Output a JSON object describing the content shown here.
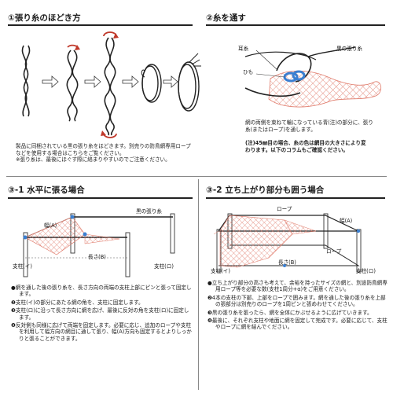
{
  "sections": {
    "s1": {
      "title": "①張り糸のほどき方"
    },
    "s2": {
      "title": "②糸を通す"
    },
    "s3a": {
      "title": "③-1 水平に張る場合"
    },
    "s3b": {
      "title": "③-2 立ち上がり部分も囲う場合"
    }
  },
  "s1_note": "製品に同梱されている黒の張り糸をほどきます。別売りの防鳥網専用ロープ\nなどを使用する場合はこちらをご覧ください。\n※張り糸は、最後にほぐす際に絡まりやすいのでご注意ください。",
  "s2_labels": {
    "ear_thread": "耳糸",
    "cord": "ひも",
    "black_thread": "黒の張り糸"
  },
  "s2_note": "網の両側を束ねて輪になっている青(注)の部分に、張り\n糸(またはロープ)を通します。",
  "s2_note_bold": "(注)45㎜目の場合、糸の色は網目の大きさにより変\nわります。以下のコラムもご確認ください。",
  "s3a_labels": {
    "black_thread": "黒の張り糸",
    "width": "幅(A)",
    "length": "長さ(B)",
    "post_a": "支柱(イ)",
    "post_b": "支柱(ロ)"
  },
  "s3b_labels": {
    "rope_top": "ロープ",
    "width": "幅(A)",
    "rope_right": "ロープ",
    "length": "長さ(B)",
    "post_a": "支柱(イ)",
    "post_b": "支柱(ロ)"
  },
  "s3a_steps": [
    "●網を通した後の張り糸を、長さ方向の両端の支柱上部にピンと張って固定します。",
    "❷支柱(イ)の部分にあたる網の角を、支柱に固定します。",
    "❸支柱(ロ)に沿って長さ方向に網を広げ、最後に反対の角を支柱(ロ)に固定します。",
    "❹反対側も同様に広げて両端を固定します。必要に応じ、追加のロープや支柱を利用して幅方向の網目に通して張り、幅(A)方向も固定するとよりしっかりと張ることができます。"
  ],
  "s3b_steps": [
    "●立ち上がり部分の高さも考えて、余裕を持ったサイズの網と、別途防鳥網専用ロープ等を必要な数(支柱1周分+α)をご用意ください。",
    "❷4本の支柱の下部、上部をロープで囲みます。網を通した後の張り糸を上部の張部分は別売りのロープを1周ピンと張めわせてください。",
    "❸黒の張り糸を張ったら、網を全体にかぶせるように広げていきます。",
    "❹最後に、それぞれ支柱や地面に網を固定して完成です。必要に応じて、支柱やロープに網を結んでください。"
  ]
}
